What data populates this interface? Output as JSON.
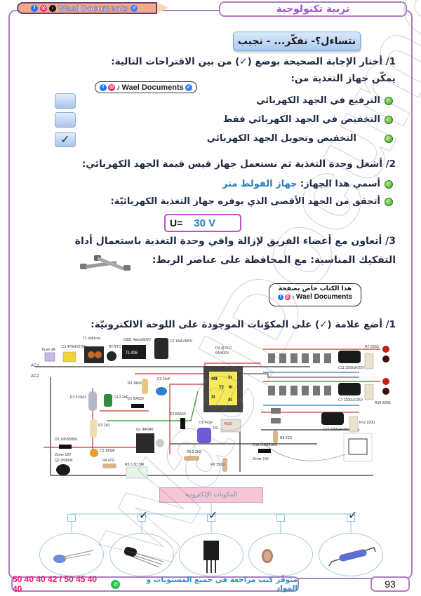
{
  "header": {
    "brand": "Wael Documents",
    "subject_title": "تربية تكنولوجية",
    "social_icons": [
      "facebook-icon",
      "instagram-icon",
      "tiktok-icon",
      "verified-icon"
    ]
  },
  "section": {
    "title": "نتساءل؟- نفكّر... - نجيب"
  },
  "q1": {
    "prompt": "1/ أختار الإجابة الصحيحة بوضع (✓) من بين الاقتراحات التالية:",
    "stem": "يمكّن جهاز التغذية من:",
    "badge": "Wael Documents",
    "options": [
      {
        "text": "الترفيع في الجهد الكهربائي",
        "checked": false,
        "mark": ""
      },
      {
        "text": "التخفيض في الجهد الكهربائي فقط",
        "checked": false,
        "mark": ""
      },
      {
        "text": "التخفيض وتحويل الجهد الكهربائي",
        "checked": true,
        "mark": "✓"
      }
    ]
  },
  "q2": {
    "prompt": "2/ أشغل وحدة التغذية ثم نستعمل جهاز قيس قيمة الجهد الكهربائي:",
    "device_label": "أسمي هذا الجهاز: ",
    "device_answer": "جهاز الفولط متر",
    "check_label": "أتحقق من الجهد الأقصى الذي يوفره جهاز التغذية الكهربائيّة:",
    "u_label": "U=",
    "u_value": "30 V"
  },
  "q3": {
    "line1": "3/ أتعاون مع أعضاء الفريق لإزالة واقي وحدة التغذية باستعمال أداة",
    "line2": "التفكيك المناسبة: مع المحافظة على عناصر الربط:"
  },
  "book_badge": {
    "line1": "هذا الكتاب خاص بصفحة",
    "line2": "Wael Documents"
  },
  "q4": {
    "prompt": "1/ أضع علامة (✓) على المكوّنات الموجودة على اللوحة الالكترونيّة:"
  },
  "circuit": {
    "labels": [
      "AC1",
      "AC2",
      "Fuse 3A",
      "C1 470nF/275V",
      "T1 Inductor Mode commun",
      "TH NTC 10",
      "D201 4amp/600V",
      "TL406",
      "C2 10uF/400V",
      "R1 470kΩ 1w",
      "C4 2.2nF 1kV",
      "R3 18kΩ 1w",
      "C3 10nF 1kV",
      "D1 BA159 1A/1000V",
      "R3 1kΩ 1w",
      "D3 1N5355BG Zener 18V",
      "Q2 2N3904 NPN",
      "C5 100pF",
      "R4 47Ω",
      "R5 0.3Ω 5W",
      "Q1 IRF840",
      "D2 BA159",
      "C6 47uF 25V",
      "R6 2.2kΩ",
      "U1 4N35",
      "R9 150Ω",
      "D18 1N5351BG Zener 14V",
      "R8 22Ω",
      "D4 @ D17 6A4 6A/400V",
      "T2",
      "40t",
      "3t",
      "6t",
      "4t",
      "C11 2200uF/25V",
      "C7 2200uF/25V",
      "C13 2200uF/25V",
      "R7 220Ω 5W",
      "R10 220Ω 5W",
      "R12 220Ω 5W"
    ]
  },
  "components_tree": {
    "root_label": "المكونات الإلكترونية",
    "items": [
      {
        "name": "led",
        "checked": false,
        "mark": ""
      },
      {
        "name": "transistor",
        "checked": true,
        "mark": "✓"
      },
      {
        "name": "power-transistor",
        "checked": true,
        "mark": "✓"
      },
      {
        "name": "ldr",
        "checked": false,
        "mark": ""
      },
      {
        "name": "resistor",
        "checked": true,
        "mark": "✓"
      }
    ]
  },
  "footer": {
    "text": "متوفّر كتب مراجعة في جميع المستويات و المواد",
    "phones": "50 40 40 42 / 50 45 40 40",
    "page_number": "93"
  },
  "watermark": "WaelDocuments",
  "colors": {
    "frame": "#b07cc6",
    "title": "#a855c7",
    "answer": "#2b7bbf",
    "phone": "#e3186b",
    "bullet": "#3c9a1c"
  }
}
